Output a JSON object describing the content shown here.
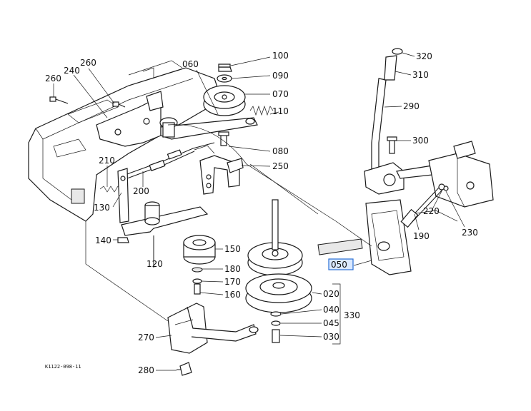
{
  "diagram_code": "K1122-098-11",
  "labels": {
    "p100": "100",
    "p090": "090",
    "p070": "070",
    "p060": "060",
    "p110": "110",
    "p080": "080",
    "p250": "250",
    "p260a": "260",
    "p260b": "260",
    "p240": "240",
    "p210": "210",
    "p200": "200",
    "p130": "130",
    "p140": "140",
    "p120": "120",
    "p150": "150",
    "p180": "180",
    "p170": "170",
    "p160": "160",
    "p270": "270",
    "p280": "280",
    "p050": "050",
    "p020": "020",
    "p040": "040",
    "p045": "045",
    "p030": "030",
    "p330": "330",
    "p320": "320",
    "p310": "310",
    "p290": "290",
    "p300": "300",
    "p220": "220",
    "p190": "190",
    "p230": "230"
  },
  "colors": {
    "line": "#1a1a1a",
    "highlight_fill": "#dbe9ff",
    "highlight_stroke": "#2a6fd6"
  }
}
